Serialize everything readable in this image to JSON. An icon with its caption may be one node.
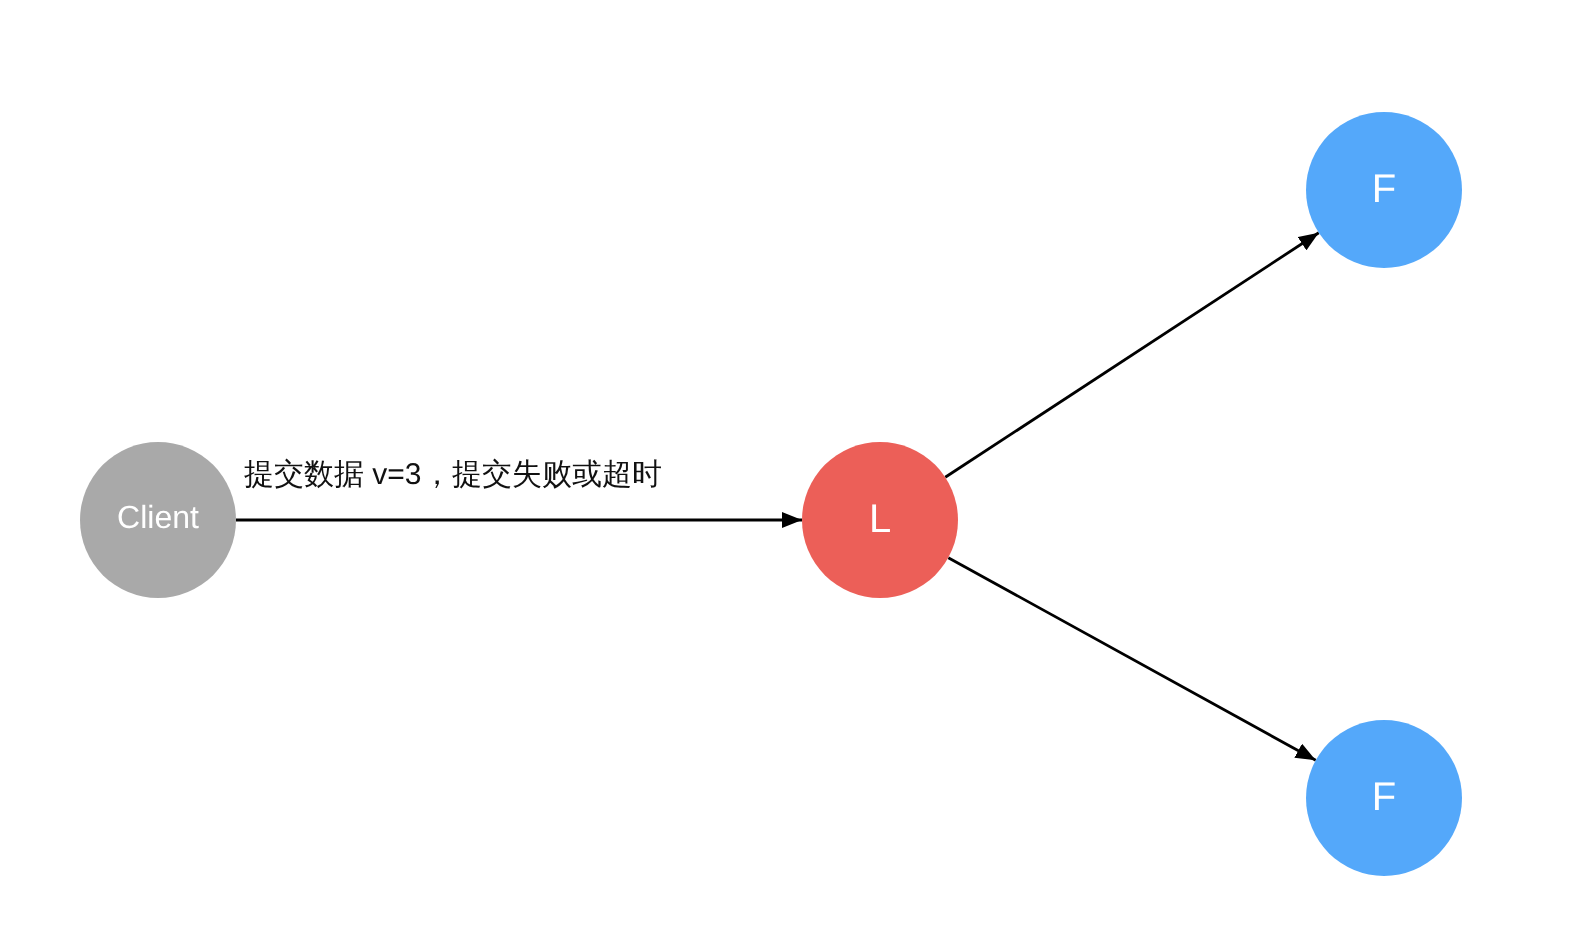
{
  "diagram": {
    "nodes": [
      {
        "text": [
          "Client"
        ]
      },
      {
        "text": [
          "L"
        ]
      },
      {
        "text": [
          "F"
        ]
      },
      {
        "text": [
          "F"
        ]
      }
    ],
    "edges": [
      {
        "from": 0,
        "to": 1,
        "arrow": "to",
        "label": "提交数据 v=3，提交失败或超时"
      },
      {
        "from": 1,
        "to": 2,
        "arrow": "to"
      },
      {
        "from": 1,
        "to": 3,
        "arrow": "to"
      }
    ]
  }
}
